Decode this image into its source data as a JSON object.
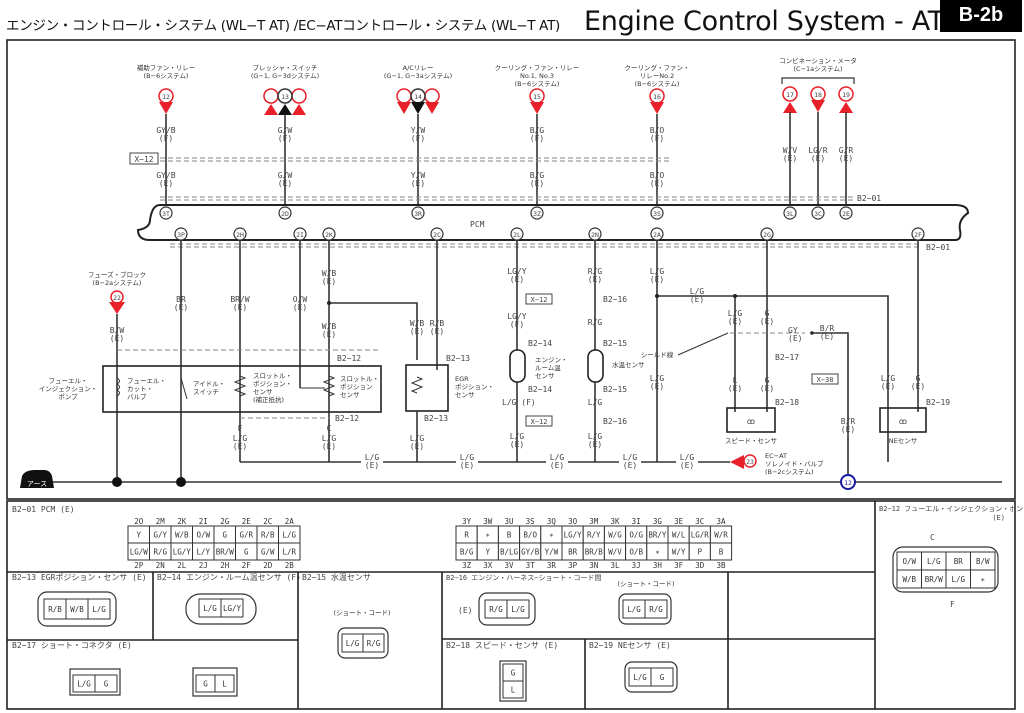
{
  "header": {
    "title_jp": "エンジン・コントロール・システム (WL−T AT) /EC−ATコントロール・システム (WL−T AT)",
    "title_en": "Engine Control System - AT",
    "page_badge": "B-2b"
  },
  "top_components": [
    {
      "id": "12",
      "label": "補助ファン・リレー",
      "sub": "(B−6システム)",
      "wire_f": "GY/B",
      "wire_e": "GY/B",
      "cav_f": "(F)",
      "cav_e": "(E)",
      "pcm_pin": "3T",
      "symbol": "down-arrow"
    },
    {
      "id": "13",
      "label": "プレッシャ・スイッチ",
      "sub": "(G−1, G−3dシステム)",
      "wire_f": "G/W",
      "wire_e": "G/W",
      "cav_f": "(F)",
      "cav_e": "(E)",
      "pcm_pin": "2D",
      "symbol": "up-arrow-triple"
    },
    {
      "id": "14",
      "label": "A/Cリレー",
      "sub": "(G−1, G−3aシステム)",
      "wire_f": "Y/W",
      "wire_e": "Y/W",
      "cav_f": "(F)",
      "cav_e": "(E)",
      "pcm_pin": "3R",
      "symbol": "down-arrow-triple"
    },
    {
      "id": "15",
      "label": "クーリング・ファン・リレー",
      "label2": "No.1, No.3",
      "sub": "(B−6システム)",
      "wire_f": "B/G",
      "wire_e": "B/G",
      "cav_f": "(F)",
      "cav_e": "(E)",
      "pcm_pin": "3Z",
      "symbol": "down-arrow"
    },
    {
      "id": "16",
      "label": "クーリング・ファン・",
      "label2": "リレーNo.2",
      "sub": "(B−6システム)",
      "wire_f": "B/O",
      "wire_e": "B/O",
      "cav_f": "(F)",
      "cav_e": "(E)",
      "pcm_pin": "3S",
      "symbol": "down-arrow"
    }
  ],
  "meter": {
    "label": "コンビネーション・メータ",
    "sub": "(C−1aシステム)",
    "pins": [
      {
        "id": "17",
        "wire": "W/V",
        "cav": "(E)",
        "pcm_pin": "3L",
        "symbol": "up-arrow"
      },
      {
        "id": "18",
        "wire": "LG/R",
        "cav": "(E)",
        "pcm_pin": "3C",
        "symbol": "down-arrow"
      },
      {
        "id": "19",
        "wire": "G/R",
        "cav": "(E)",
        "pcm_pin": "2E",
        "symbol": "up-arrow"
      }
    ]
  },
  "connectors": {
    "x12": "X−12",
    "x38": "X−38",
    "b2_01": "B2−01",
    "b2_12": "B2−12",
    "b2_13": "B2−13",
    "b2_14": "B2−14",
    "b2_15": "B2−15",
    "b2_16": "B2−16",
    "b2_17": "B2−17",
    "b2_18": "B2−18",
    "b2_19": "B2−19"
  },
  "pcm": {
    "label": "PCM",
    "bottom_pins": [
      "3P",
      "2H",
      "2I",
      "2K",
      "2C",
      "2L",
      "2N",
      "2A",
      "2G",
      "2F"
    ]
  },
  "fuse_block": {
    "id": "22",
    "label": "フューズ・ブロック",
    "sub": "(B−2aシステム)",
    "wire": "B/W",
    "cav": "(E)"
  },
  "lower_wires": {
    "p3P": {
      "wire": "BR",
      "cav": "(E)"
    },
    "p2H": {
      "wire": "BR/W",
      "cav": "(E)"
    },
    "p2I": {
      "wire": "O/W",
      "cav": "(E)"
    },
    "p2K": {
      "wire": "W/B",
      "cav": "(E)"
    },
    "p2K_b": {
      "wire": "W/B",
      "cav": "(E)"
    },
    "egr_wb": {
      "wire": "W/B",
      "cav": "(E)"
    },
    "egr_rb": {
      "wire": "R/B",
      "cav": "(E)"
    },
    "p2L": {
      "wire": "LG/Y",
      "cav": "(E)"
    },
    "p2L_f": {
      "wire": "LG/Y",
      "cav": "(F)"
    },
    "p2L_lgf": {
      "wire": "L/G (F)"
    },
    "p2L_e": {
      "wire": "L/G",
      "cav": "(E)"
    },
    "p2N": {
      "wire": "R/G",
      "cav": "(E)"
    },
    "p2N_b": {
      "wire": "R/G"
    },
    "p2N_c": {
      "wire": "L/G"
    },
    "p2N_e": {
      "wire": "L/G",
      "cav": "(E)"
    },
    "p2A": {
      "wire": "L/G",
      "cav": "(E)"
    },
    "p2A_h": {
      "wire": "L/G",
      "cav": "(E)"
    },
    "p2A_v": {
      "wire": "L/G",
      "cav": "(E)"
    },
    "speed_lg": {
      "wire": "L/G",
      "cav": "(E)"
    },
    "speed_g": {
      "wire": "G",
      "cav": "(E)"
    },
    "speed_l2": {
      "wire": "L",
      "cav": "(E)"
    },
    "speed_g2": {
      "wire": "G",
      "cav": "(E)"
    },
    "gy": {
      "wire": "GY",
      "cav": "(E)"
    },
    "br_top": {
      "wire": "B/R",
      "cav": "(E)"
    },
    "br_bot": {
      "wire": "B/R",
      "cav": "(E)"
    },
    "ne_lg": {
      "wire": "L/G",
      "cav": "(E)"
    },
    "ne_g": {
      "wire": "G",
      "cav": "(E)"
    },
    "tps_f": {
      "wire": "L/G",
      "cav": "(E)",
      "pin": "F"
    },
    "tps_c": {
      "wire": "L/G",
      "cav": "(E)",
      "pin": "C"
    },
    "egr_lg": {
      "wire": "L/G",
      "cav": "(E)"
    },
    "bus1": {
      "wire": "L/G",
      "cav": "(E)"
    },
    "bus2": {
      "wire": "L/G",
      "cav": "(E)"
    },
    "bus3": {
      "wire": "L/G",
      "cav": "(E)"
    },
    "bus4": {
      "wire": "L/G",
      "cav": "(E)"
    },
    "bus5": {
      "wire": "L/G",
      "cav": "(E)"
    },
    "bus6": {
      "wire": "L/G",
      "cav": "(E)"
    }
  },
  "components": {
    "fuel_pump": [
      "フューエル・",
      "インジェクション・",
      "ポンプ"
    ],
    "fuel_cut": [
      "フューエル・",
      "カット・",
      "バルブ"
    ],
    "idle_sw": [
      "アイドル・",
      "スイッチ"
    ],
    "tps_adj": [
      "スロットル・",
      "ポジション・",
      "センサ",
      "(補正抵抗)"
    ],
    "tps": [
      "スロットル・",
      "ポジション",
      "センサ"
    ],
    "egr": [
      "EGR",
      "ポジション・",
      "センサ"
    ],
    "eng_room": [
      "エンジン・",
      "ルーム温",
      "センサ"
    ],
    "water_temp": [
      "水温センサ"
    ],
    "shield": "シールド線",
    "speed_sensor": "スピード・センサ",
    "ne_sensor": "NEセンサ",
    "solenoid": {
      "id": "23",
      "lines": [
        "EC−AT",
        "ソレノイド・バルブ",
        "(B−2cシステム)"
      ]
    },
    "ground": "アース",
    "ground_ref": "12"
  },
  "tables": {
    "pcm_e": {
      "title": "B2−01 PCM (E)",
      "top_pins": [
        "2O",
        "2M",
        "2K",
        "2I",
        "2G",
        "2E",
        "2C",
        "2A"
      ],
      "row1": [
        "Y",
        "G/Y",
        "W/B",
        "O/W",
        "G",
        "G/R",
        "R/B",
        "L/G"
      ],
      "row2": [
        "LG/W",
        "R/G",
        "LG/Y",
        "L/Y",
        "BR/W",
        "G",
        "G/W",
        "L/R"
      ],
      "bot_pins": [
        "2P",
        "2N",
        "2L",
        "2J",
        "2H",
        "2F",
        "2D",
        "2B"
      ]
    },
    "pcm_3": {
      "top_pins": [
        "3Y",
        "3W",
        "3U",
        "3S",
        "3Q",
        "3O",
        "3M",
        "3K",
        "3I",
        "3G",
        "3E",
        "3C",
        "3A"
      ],
      "row1": [
        "R",
        "∗",
        "B",
        "B/O",
        "∗",
        "LG/Y",
        "R/Y",
        "W/G",
        "O/G",
        "BR/Y",
        "W/L",
        "LG/R",
        "W/R"
      ],
      "row2": [
        "B/G",
        "Y",
        "B/LG",
        "GY/B",
        "Y/W",
        "BR",
        "BR/B",
        "W/V",
        "O/B",
        "∗",
        "W/Y",
        "P",
        "B"
      ],
      "bot_pins": [
        "3Z",
        "3X",
        "3V",
        "3T",
        "3R",
        "3P",
        "3N",
        "3L",
        "3J",
        "3H",
        "3F",
        "3D",
        "3B"
      ]
    },
    "b2_12": {
      "title": "B2−12 フューエル・インジェクション・ポンプ",
      "cav": "(E)",
      "pin_top": "C",
      "pin_bot": "F",
      "row1": [
        "O/W",
        "L/G",
        "BR",
        "B/W"
      ],
      "row2": [
        "W/B",
        "BR/W",
        "L/G",
        "∗"
      ]
    },
    "b2_13": {
      "title": "B2−13 EGRポジション・センサ (E)",
      "cells": [
        "R/B",
        "W/B",
        "L/G"
      ]
    },
    "b2_14": {
      "title": "B2−14 エンジン・ルーム温センサ (F)",
      "cells": [
        "L/G",
        "LG/Y"
      ]
    },
    "b2_15": {
      "title": "B2−15 水温センサ",
      "note": "(ショート・コード)",
      "cells": [
        "L/G",
        "R/G"
      ]
    },
    "b2_16": {
      "title": "B2−16 エンジン・ハーネス−ショート・コード間",
      "cav": "(E)",
      "cells": [
        "R/G",
        "L/G"
      ],
      "note": "(ショート・コード)",
      "cells2": [
        "L/G",
        "R/G"
      ]
    },
    "b2_17": {
      "title": "B2−17 ショート・コネクタ (E)",
      "cells": [
        "L/G",
        "G"
      ],
      "cells2": [
        "G",
        "L"
      ]
    },
    "b2_18": {
      "title": "B2−18 スピード・センサ (E)",
      "cells": [
        "G",
        "L"
      ]
    },
    "b2_19": {
      "title": "B2−19 NEセンサ (E)",
      "cells": [
        "L/G",
        "G"
      ]
    }
  },
  "colors": {
    "accent_red": "#e8202a",
    "ground_blue": "#1a1aa0",
    "badge_bg": "#000000"
  }
}
